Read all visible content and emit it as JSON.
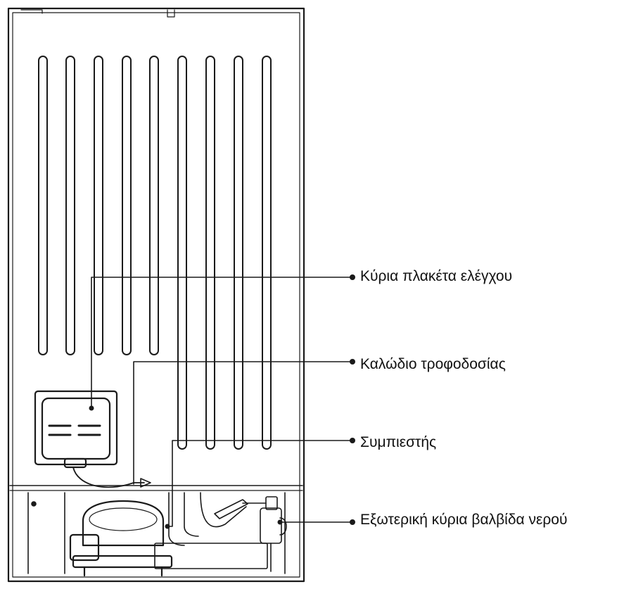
{
  "diagram": {
    "colors": {
      "line": "#1a1a1a",
      "background": "#ffffff"
    },
    "callouts": [
      {
        "id": "main-board",
        "label": "Κύρια πλακέτα ελέγχου"
      },
      {
        "id": "power-cable",
        "label": "Καλώδιο τροφοδοσίας"
      },
      {
        "id": "compressor",
        "label": "Συμπιεστής"
      },
      {
        "id": "water-valve",
        "label": "Εξωτερική κύρια βαλβίδα νερού"
      }
    ]
  }
}
